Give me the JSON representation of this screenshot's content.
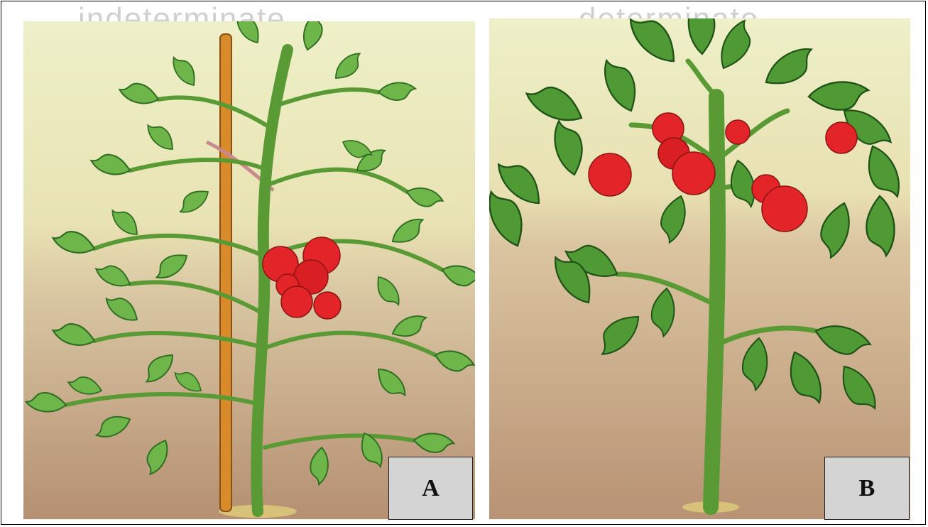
{
  "panels": [
    {
      "id": "A",
      "label": "A",
      "faint_title": "indeterminate"
    },
    {
      "id": "B",
      "label": "B",
      "faint_title": "determinate"
    }
  ],
  "colors": {
    "sky_top": "#eef0c8",
    "soil_bottom": "#b58f72",
    "leaf": "#5da83c",
    "leaf_dark": "#2f6e22",
    "stem": "#5a9a35",
    "stake": "#d98b2b",
    "tomato": "#e3252a",
    "tie": "#c98a8f",
    "label_bg": "#d4d4d4"
  }
}
